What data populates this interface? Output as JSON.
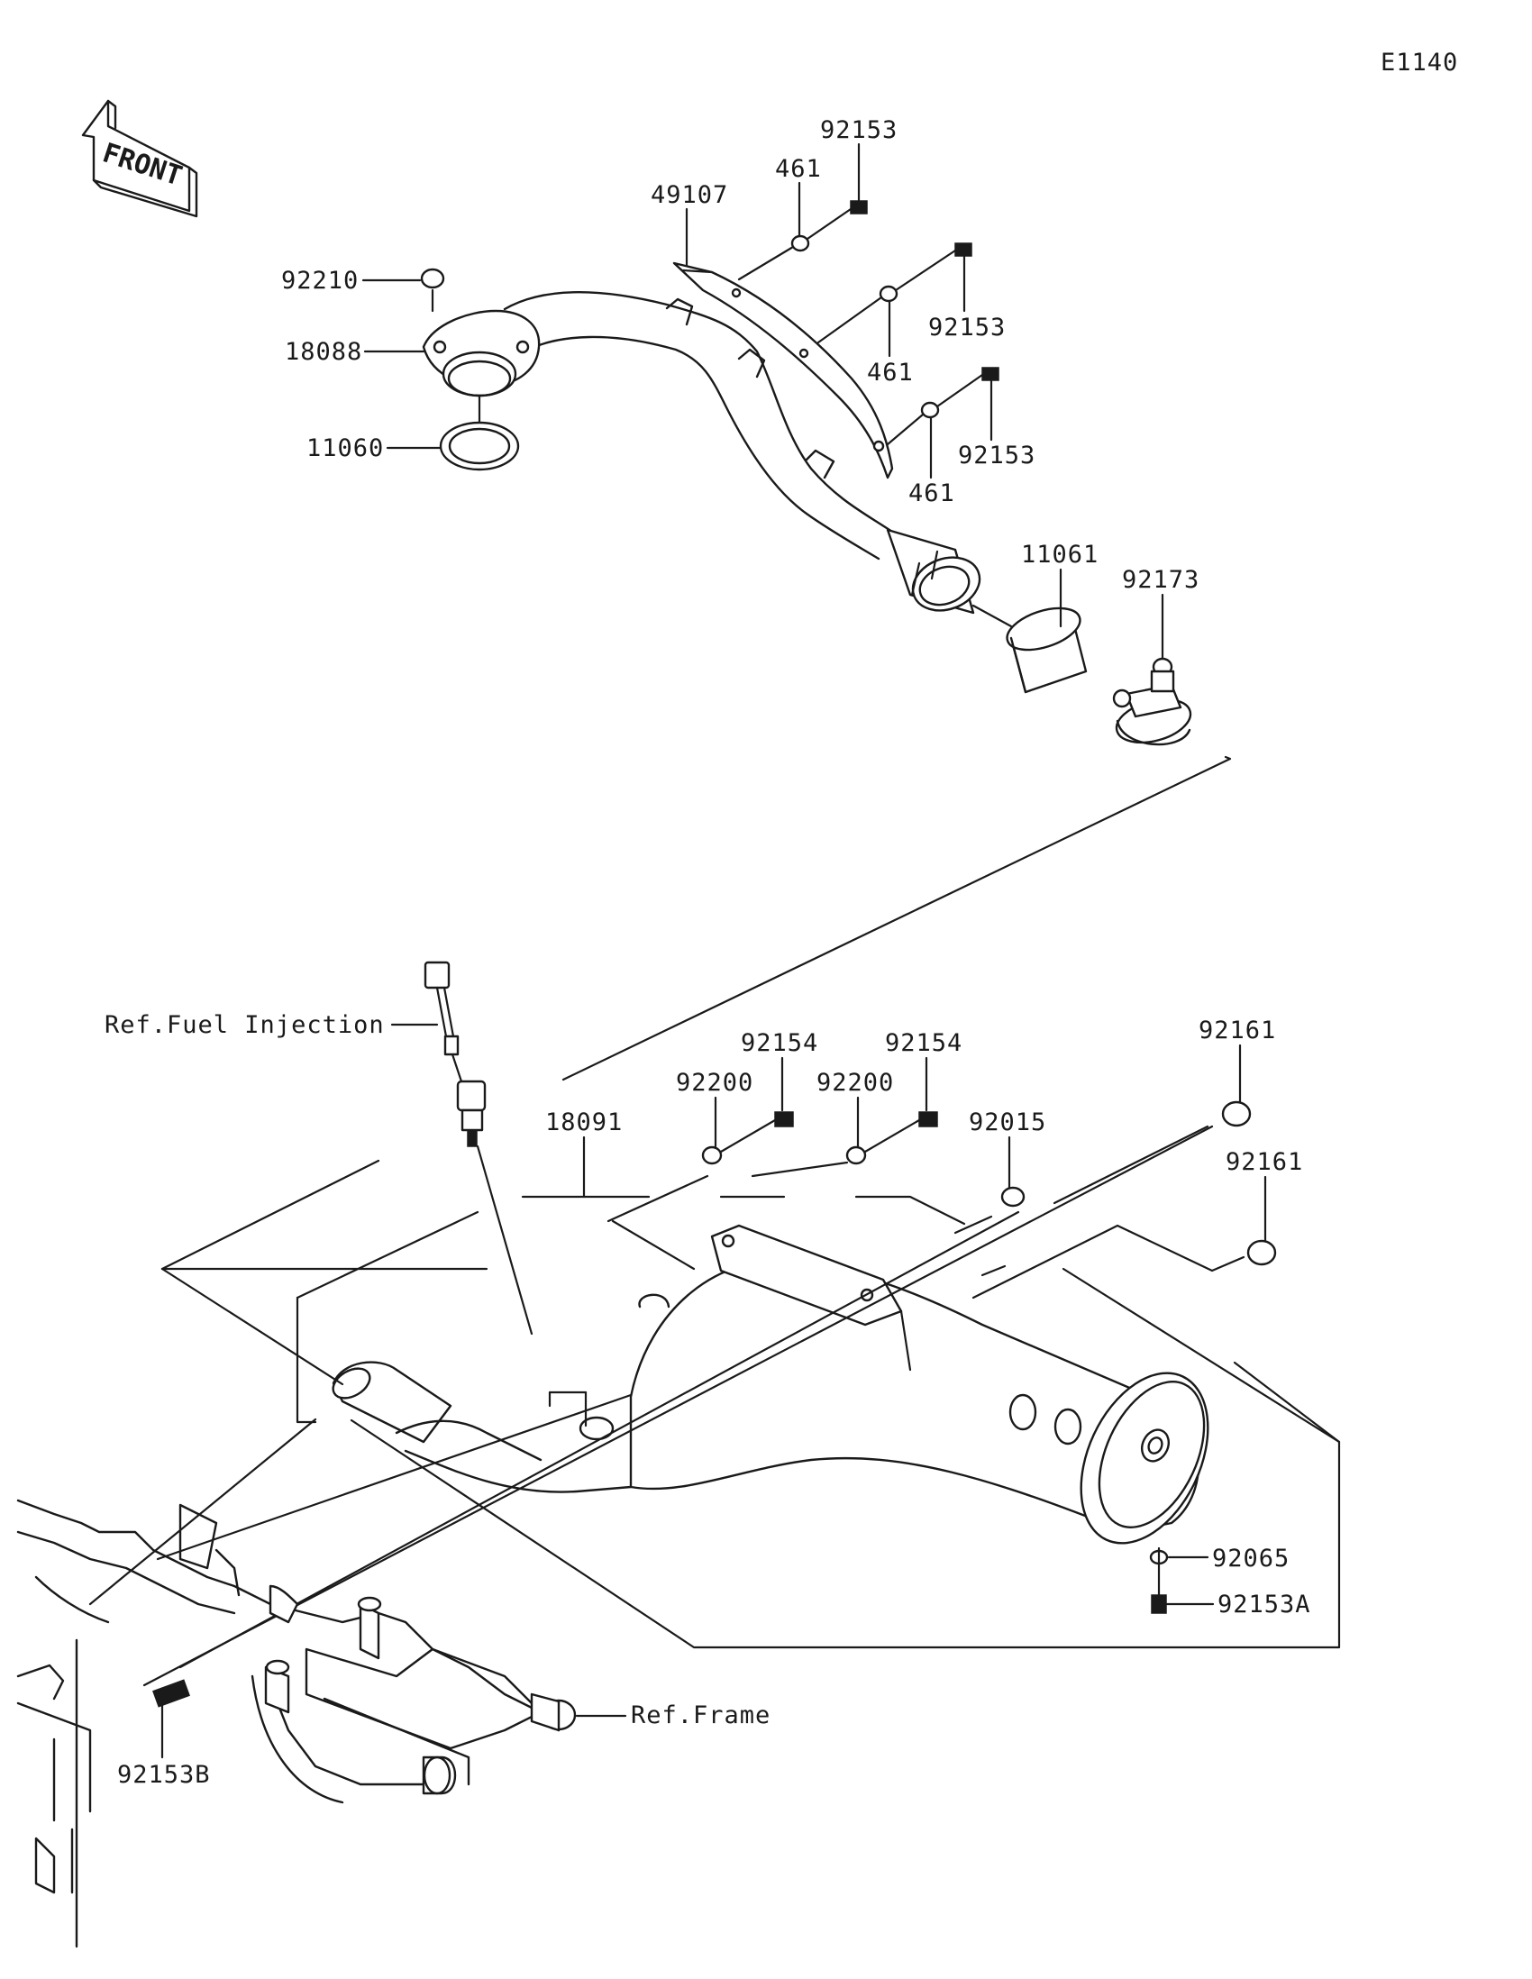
{
  "diagram_code": "E1140",
  "front_label": "FRONT",
  "callouts": {
    "p92153_top": "92153",
    "p461_top": "461",
    "p49107": "49107",
    "p92153_mid": "92153",
    "p461_mid": "461",
    "p92153_low": "92153",
    "p461_low": "461",
    "p92210": "92210",
    "p18088": "18088",
    "p11060": "11060",
    "p11061": "11061",
    "p92173": "92173",
    "p92154_a": "92154",
    "p92154_b": "92154",
    "p92200_a": "92200",
    "p92200_b": "92200",
    "p18091": "18091",
    "p92015": "92015",
    "p92161_a": "92161",
    "p92161_b": "92161",
    "p92065": "92065",
    "p92153A": "92153A",
    "p92153B": "92153B"
  },
  "references": {
    "fuel_injection": "Ref.Fuel Injection",
    "frame": "Ref.Frame"
  }
}
